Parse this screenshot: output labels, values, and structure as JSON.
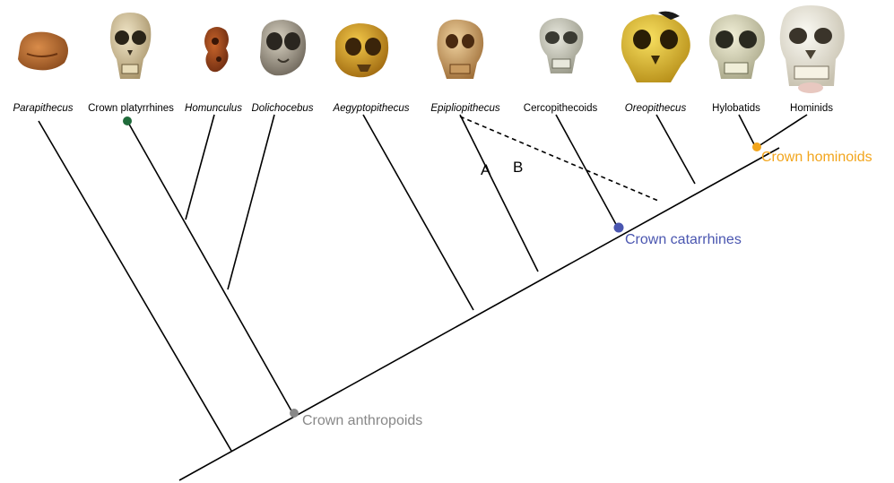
{
  "taxa": [
    {
      "label": "Parapithecus",
      "italic": true
    },
    {
      "label": "Crown platyrrhines",
      "italic": false
    },
    {
      "label": "Homunculus",
      "italic": true
    },
    {
      "label": "Dolichocebus",
      "italic": true
    },
    {
      "label": "Aegyptopithecus",
      "italic": true
    },
    {
      "label": "Epipliopithecus",
      "italic": true
    },
    {
      "label": "Cercopithecoids",
      "italic": false
    },
    {
      "label": "Oreopithecus",
      "italic": true
    },
    {
      "label": "Hylobatids",
      "italic": false
    },
    {
      "label": "Hominids",
      "italic": false
    }
  ],
  "nodes": {
    "crown_anthropoids": {
      "label": "Crown anthropoids",
      "color": "#888888"
    },
    "crown_catarrhines": {
      "label": "Crown catarrhines",
      "color": "#4a56b0"
    },
    "crown_hominoids": {
      "label": "Crown hominoids",
      "color": "#f2a51c"
    },
    "crown_platyrrhines_dot_color": "#1f6b3a"
  },
  "branch_letters": {
    "a": "A",
    "b": "B"
  },
  "skull_icons": [
    "parapithecus-skull-icon",
    "platyrrhine-skull-icon",
    "homunculus-skull-icon",
    "dolichocebus-skull-icon",
    "aegyptopithecus-skull-icon",
    "epipliopithecus-skull-icon",
    "cercopithecoid-skull-icon",
    "oreopithecus-skull-icon",
    "hylobatid-skull-icon",
    "hominid-skull-icon"
  ]
}
